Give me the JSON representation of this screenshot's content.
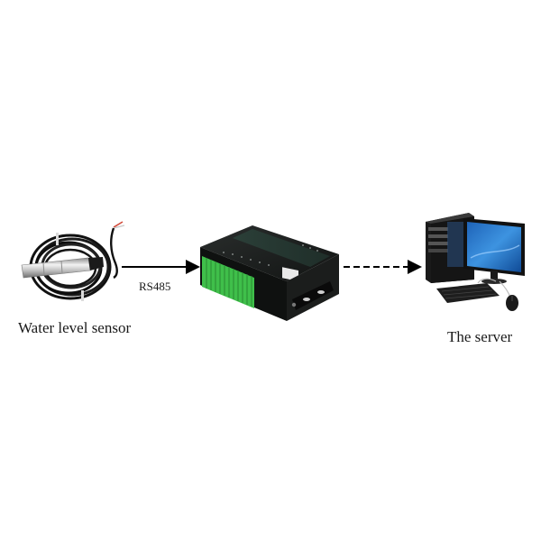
{
  "diagram": {
    "nodes": [
      {
        "id": "sensor",
        "label": "Water level sensor",
        "kind": "water-level-sensor"
      },
      {
        "id": "gateway",
        "label": "",
        "kind": "rs485-io-gateway-device"
      },
      {
        "id": "server",
        "label": "The server",
        "kind": "desktop-computer"
      }
    ],
    "edges": [
      {
        "from": "sensor",
        "to": "gateway",
        "label": "RS485",
        "style": "solid"
      },
      {
        "from": "gateway",
        "to": "server",
        "label": "",
        "style": "dashed"
      }
    ]
  },
  "labels": {
    "sensor": "Water level sensor",
    "link1": "RS485",
    "server": "The server"
  },
  "colors": {
    "background": "#ffffff",
    "arrow": "#000000",
    "terminal_green": "#3fbf4a",
    "device_body": "#1c1f1e",
    "monitor_blue": "#2f7fd0"
  }
}
